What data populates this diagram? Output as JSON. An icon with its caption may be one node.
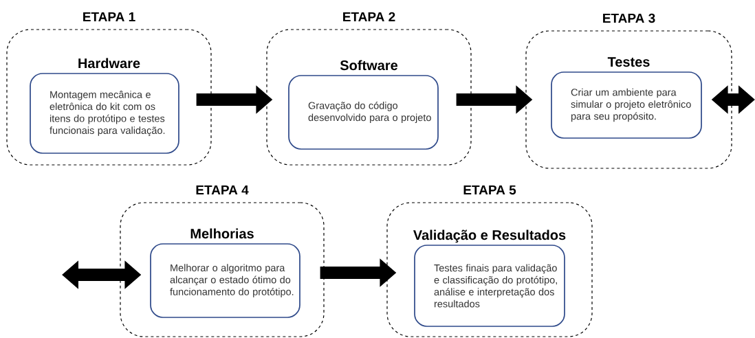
{
  "diagram": {
    "nodes": [
      {
        "text": [
          "ETAPA 1",
          "Hardware"
        ]
      },
      {
        "text": [
          "Montagem mecânica e eletrônica do kit com os itens do protótipo e testes funcionais para validação."
        ],
        "in": 0
      },
      {
        "text": [
          "ETAPA 2",
          "Software"
        ]
      },
      {
        "text": [
          "Gravação do código desenvolvido para o projeto"
        ],
        "in": 2
      },
      {
        "text": [
          "ETAPA 3",
          "Testes"
        ]
      },
      {
        "text": [
          "Criar um ambiente para simular o projeto eletrônico para seu propósito."
        ],
        "in": 4
      },
      {
        "text": [
          "ETAPA 4",
          "Melhorias"
        ]
      },
      {
        "text": [
          "Melhorar o algoritmo para alcançar o estado ótimo do funcionamento do protótipo."
        ],
        "in": 6
      },
      {
        "text": [
          "ETAPA 5",
          "Validação e Resultados"
        ]
      },
      {
        "text": [
          "Testes finais para validação e classificação do protótipo, análise e interpretação dos resultados"
        ],
        "in": 8
      }
    ],
    "edges": [
      {
        "from": 0,
        "to": 2,
        "arrow": "to"
      },
      {
        "from": 2,
        "to": 4,
        "arrow": "to"
      },
      {
        "from": 4,
        "to": null,
        "arrow": "both"
      },
      {
        "from": null,
        "to": 6,
        "arrow": "both"
      },
      {
        "from": 6,
        "to": 8,
        "arrow": "to"
      }
    ]
  }
}
